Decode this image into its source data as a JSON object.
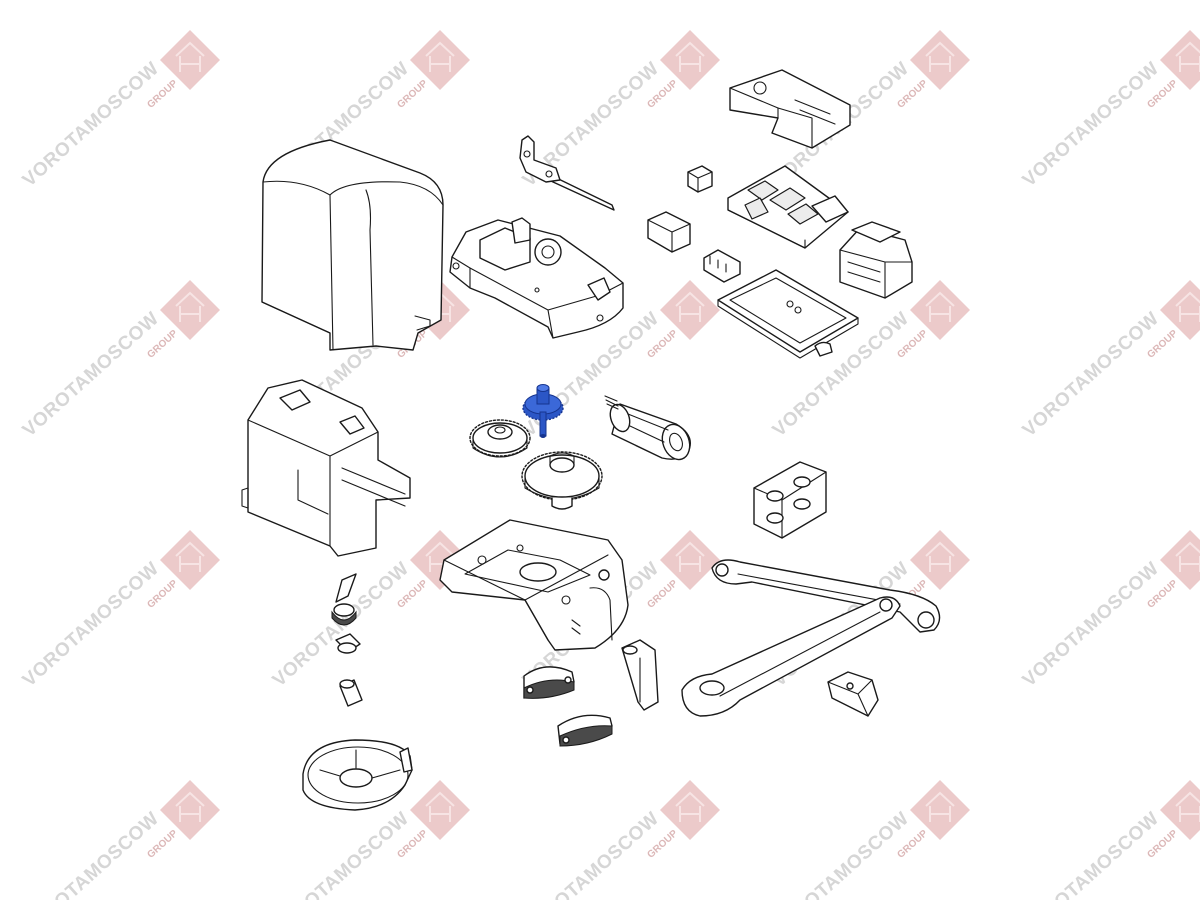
{
  "watermark": {
    "brand": "VOROTAMOSCOW",
    "sub": "GROUP"
  },
  "colors": {
    "highlight": "#2b56c6",
    "highlight_dark": "#16348f",
    "line": "#1a1a1a",
    "watermark_logo": "#eccaca"
  },
  "highlighted_part": "blue-pinion-gear"
}
